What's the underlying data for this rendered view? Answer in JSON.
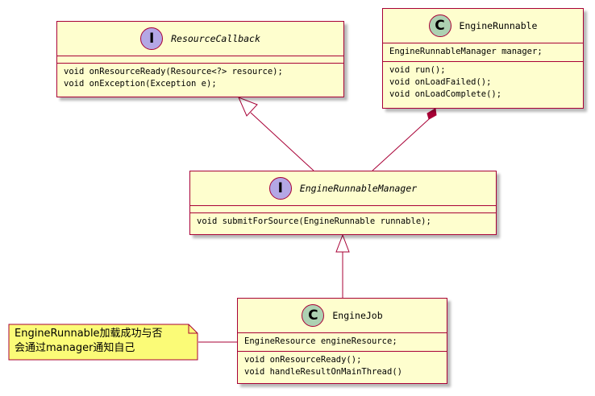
{
  "classes": {
    "resource_callback": {
      "kind": "I",
      "name": "ResourceCallback",
      "fields": [],
      "methods": [
        "void onResourceReady(Resource<?> resource);",
        "void onException(Exception e);"
      ]
    },
    "engine_runnable": {
      "kind": "C",
      "name": "EngineRunnable",
      "fields": [
        "EngineRunnableManager manager;"
      ],
      "methods": [
        "void run();",
        "void onLoadFailed();",
        "void onLoadComplete();"
      ]
    },
    "engine_runnable_manager": {
      "kind": "I",
      "name": "EngineRunnableManager",
      "fields": [],
      "methods": [
        "void submitForSource(EngineRunnable runnable);"
      ]
    },
    "engine_job": {
      "kind": "C",
      "name": "EngineJob",
      "fields": [
        "EngineResource engineResource;"
      ],
      "methods": [
        "void onResourceReady();",
        "void handleResultOnMainThread()"
      ]
    }
  },
  "note": {
    "line1": "EngineRunnable加载成功与否",
    "line2": "会通过manager通知自己"
  },
  "colors": {
    "class_fill": "#FEFECE",
    "border": "#A80036",
    "interface_badge": "#B4A7E5",
    "class_badge": "#ADD1B2",
    "note_fill": "#FBFB77"
  }
}
